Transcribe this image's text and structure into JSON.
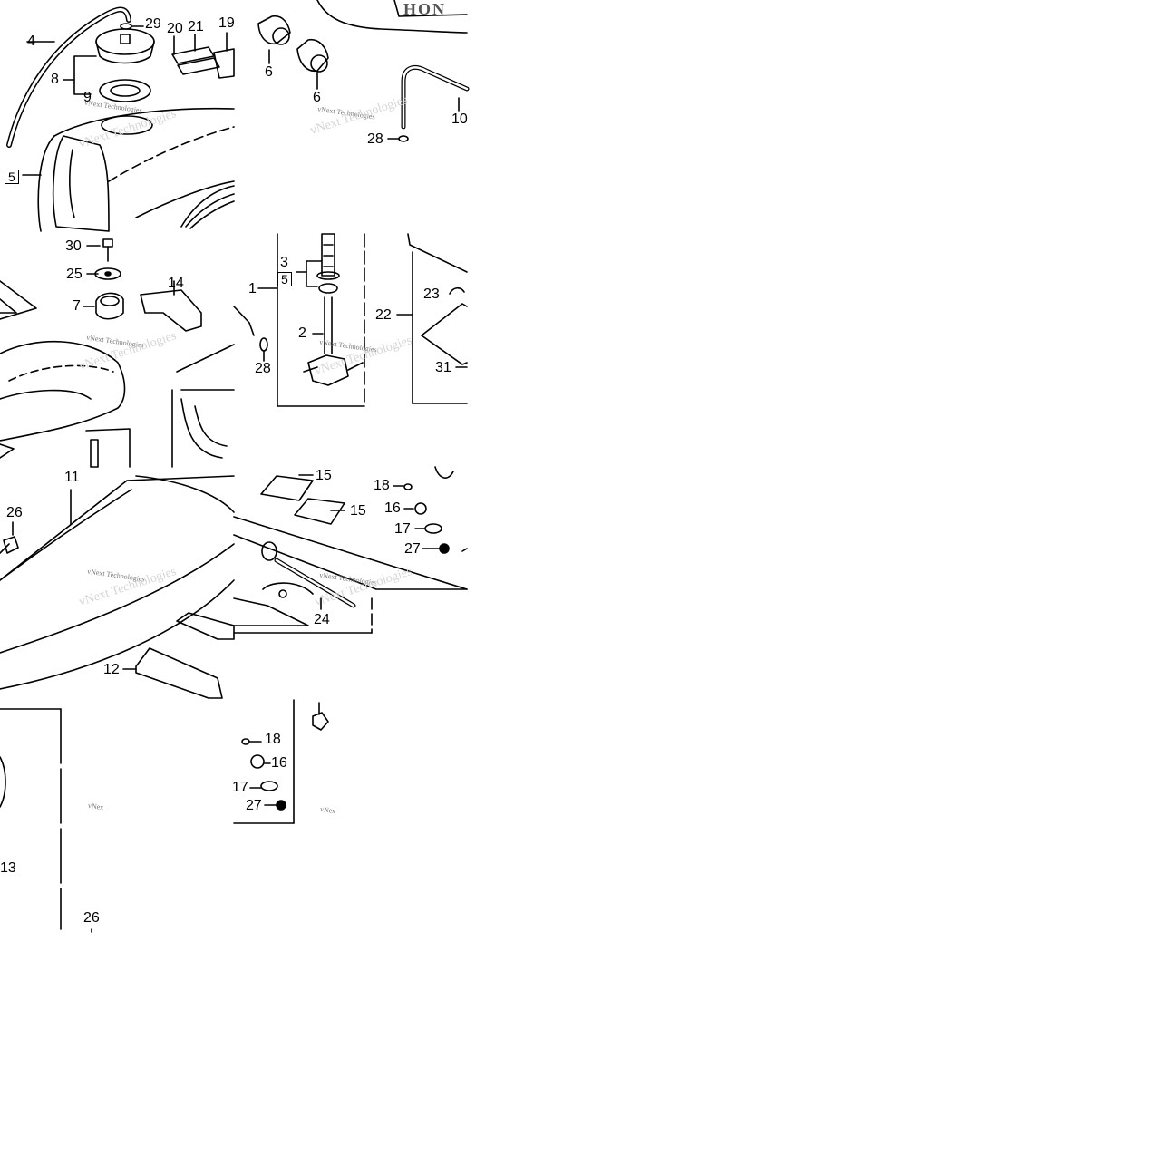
{
  "labels": {
    "l29": "29",
    "l20": "20",
    "l21": "21",
    "l19": "19",
    "l4": "4",
    "l8": "8",
    "l9": "9",
    "l5a": "5",
    "l6a": "6",
    "l6b": "6",
    "l10": "10",
    "l28a": "28",
    "l30": "30",
    "l25": "25",
    "l14": "14",
    "l7": "7",
    "l3": "3",
    "l5b": "5",
    "l1": "1",
    "l2": "2",
    "l28b": "28",
    "l22": "22",
    "l23": "23",
    "l31": "31",
    "l11": "11",
    "l26a": "26",
    "l15a": "15",
    "l15b": "15",
    "l18a": "18",
    "l16a": "16",
    "l17a": "17",
    "l27a": "27",
    "l24": "24",
    "l12": "12",
    "l18b": "18",
    "l16b": "16",
    "l17b": "17",
    "l27b": "27",
    "l13": "13",
    "l26b": "26",
    "brand_fragment": "HON"
  },
  "watermark": {
    "text": "vNext Technologies",
    "short": "vNex",
    "ghost": "vNext Technologies"
  }
}
